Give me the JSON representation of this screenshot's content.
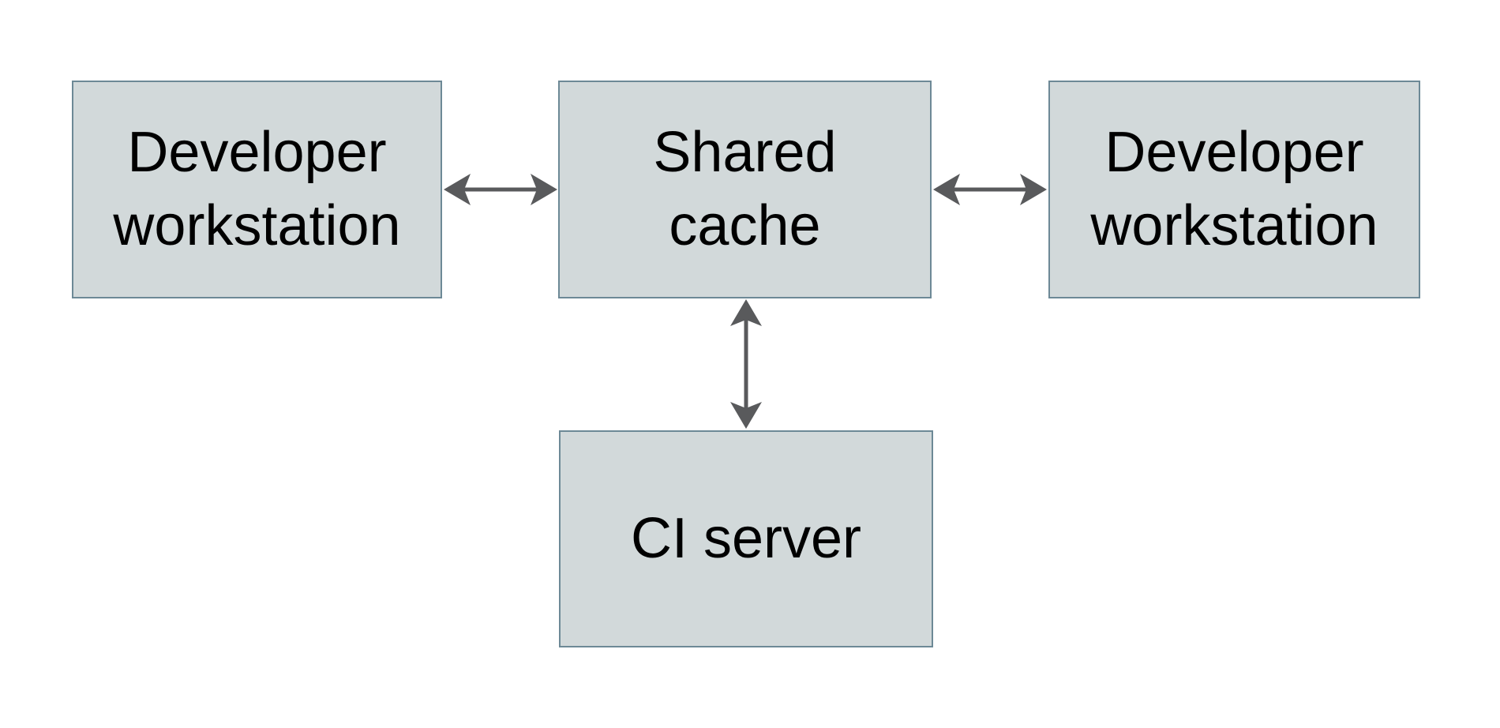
{
  "diagram": {
    "type": "architecture-diagram",
    "nodes": [
      {
        "id": "developer-workstation-left",
        "label": "Developer workstation",
        "lines": [
          "Developer",
          "workstation"
        ]
      },
      {
        "id": "shared-cache",
        "label": "Shared cache",
        "lines": [
          "Shared",
          "cache"
        ]
      },
      {
        "id": "developer-workstation-right",
        "label": "Developer workstation",
        "lines": [
          "Developer",
          "workstation"
        ]
      },
      {
        "id": "ci-server",
        "label": "CI server",
        "lines": [
          "CI server"
        ]
      }
    ],
    "edges": [
      {
        "from": "developer-workstation-left",
        "to": "shared-cache",
        "direction": "bidirectional"
      },
      {
        "from": "shared-cache",
        "to": "developer-workstation-right",
        "direction": "bidirectional"
      },
      {
        "from": "shared-cache",
        "to": "ci-server",
        "direction": "bidirectional"
      }
    ],
    "colors": {
      "node_fill": "#d2d9da",
      "node_border": "#6d8996",
      "arrow": "#595a5c",
      "text": "#000000",
      "background": "#ffffff"
    }
  }
}
